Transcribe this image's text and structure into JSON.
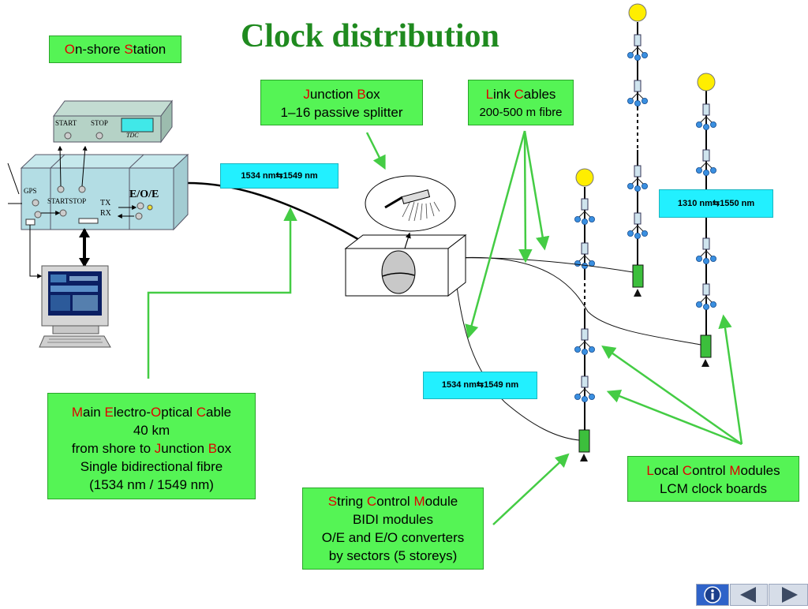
{
  "title": "Clock distribution",
  "onshore": {
    "r1": "O",
    "t1": "n-shore ",
    "r2": "S",
    "t2": "tation"
  },
  "junction": {
    "l1": {
      "r1": "J",
      "t1": "unction ",
      "r2": "B",
      "t2": "ox"
    },
    "l2": "1–16 passive splitter"
  },
  "link": {
    "l1": {
      "r1": "L",
      "t1": "ink ",
      "r2": "C",
      "t2": "ables"
    },
    "l2": "200-500 m fibre"
  },
  "main_cable": {
    "l1": {
      "r1": "M",
      "t1": "ain ",
      "r2": "E",
      "t2": "lectro-",
      "r3": "O",
      "t3": "ptical ",
      "r4": "C",
      "t4": "able"
    },
    "l2": "40 km",
    "l3": {
      "t1": "from shore to ",
      "r1": "J",
      "t2": "unction ",
      "r2": "B",
      "t3": "ox"
    },
    "l4": "Single bidirectional fibre",
    "l5": "(1534 nm / 1549 nm)"
  },
  "scm": {
    "l1": {
      "r1": "S",
      "t1": "tring ",
      "r2": "C",
      "t2": "ontrol ",
      "r3": "M",
      "t3": "odule"
    },
    "l2": "BIDI modules",
    "l3": "O/E and E/O converters",
    "l4": "by sectors (5 storeys)"
  },
  "lcm": {
    "l1": {
      "r1": "L",
      "t1": "ocal ",
      "r2": "C",
      "t2": "ontrol ",
      "r3": "M",
      "t3": "odules"
    },
    "l2": "LCM clock boards"
  },
  "wavelengths": {
    "top": "1534 nm⇆1549 nm",
    "right": "1310 nm⇆1550 nm",
    "bottom": "1534 nm⇆1549 nm"
  },
  "equipment": {
    "start": "START",
    "stop": "STOP",
    "tdc": "TDC",
    "gps": "GPS",
    "startstop": "STARTSTOP",
    "tx": "TX",
    "rx": "RX",
    "eoe": "E/O/E"
  },
  "colors": {
    "arrow_green": "#44cc44",
    "box_green": "#55f455",
    "box_cyan": "#22f0ff",
    "title_green": "#1f8a1f",
    "initial_red": "#e00000",
    "buoy_yellow": "#ffee00",
    "scm_green": "#3cbf3c",
    "om_blue": "#3a8fe0"
  },
  "nav": {
    "info_icon": "info-icon",
    "prev_icon": "prev-arrow-icon",
    "next_icon": "next-arrow-icon"
  }
}
